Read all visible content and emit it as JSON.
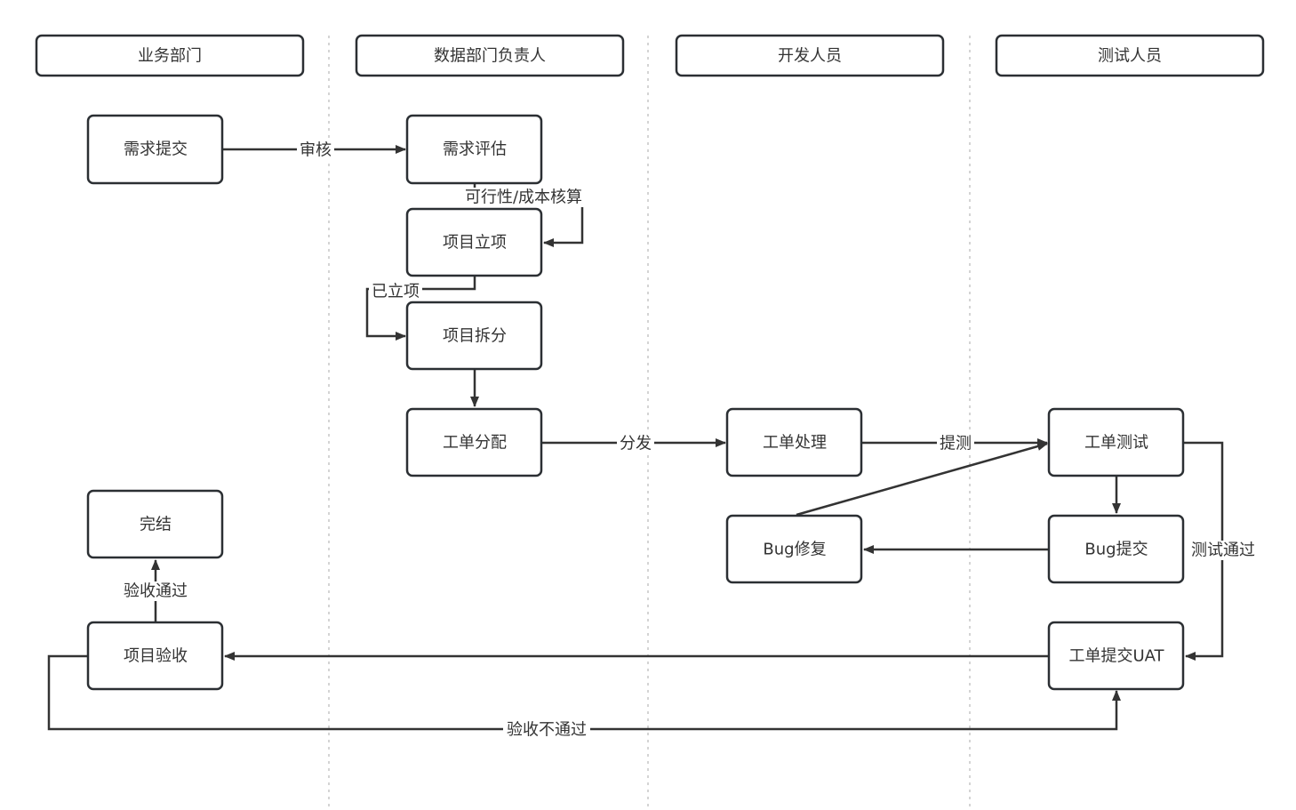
{
  "diagram": {
    "title": "",
    "lanes": [
      {
        "id": "business",
        "label": "业务部门"
      },
      {
        "id": "data_lead",
        "label": "数据部门负责人"
      },
      {
        "id": "developer",
        "label": "开发人员"
      },
      {
        "id": "tester",
        "label": "测试人员"
      }
    ],
    "nodes": [
      {
        "id": "req_submit",
        "label": "需求提交",
        "lane": "business"
      },
      {
        "id": "req_eval",
        "label": "需求评估",
        "lane": "data_lead"
      },
      {
        "id": "proj_init",
        "label": "项目立项",
        "lane": "data_lead"
      },
      {
        "id": "proj_split",
        "label": "项目拆分",
        "lane": "data_lead"
      },
      {
        "id": "ticket_assign",
        "label": "工单分配",
        "lane": "data_lead"
      },
      {
        "id": "ticket_process",
        "label": "工单处理",
        "lane": "developer"
      },
      {
        "id": "bug_fix",
        "label": "Bug修复",
        "lane": "developer"
      },
      {
        "id": "ticket_test",
        "label": "工单测试",
        "lane": "tester"
      },
      {
        "id": "bug_submit",
        "label": "Bug提交",
        "lane": "tester"
      },
      {
        "id": "ticket_uat",
        "label": "工单提交UAT",
        "lane": "tester"
      },
      {
        "id": "proj_accept",
        "label": "项目验收",
        "lane": "business"
      },
      {
        "id": "finish",
        "label": "完结",
        "lane": "business"
      }
    ],
    "edges": [
      {
        "from": "req_submit",
        "to": "req_eval",
        "label": "审核"
      },
      {
        "from": "req_eval",
        "to": "proj_init",
        "label": "可行性/成本核算"
      },
      {
        "from": "proj_init",
        "to": "proj_split",
        "label": "已立项"
      },
      {
        "from": "proj_split",
        "to": "ticket_assign",
        "label": ""
      },
      {
        "from": "ticket_assign",
        "to": "ticket_process",
        "label": "分发"
      },
      {
        "from": "ticket_process",
        "to": "ticket_test",
        "label": "提测"
      },
      {
        "from": "ticket_test",
        "to": "bug_submit",
        "label": ""
      },
      {
        "from": "bug_submit",
        "to": "bug_fix",
        "label": ""
      },
      {
        "from": "bug_fix",
        "to": "ticket_test",
        "label": ""
      },
      {
        "from": "ticket_test",
        "to": "ticket_uat",
        "label": "测试通过"
      },
      {
        "from": "ticket_uat",
        "to": "proj_accept",
        "label": ""
      },
      {
        "from": "proj_accept",
        "to": "finish",
        "label": "验收通过"
      },
      {
        "from": "proj_accept",
        "to": "ticket_uat",
        "label": "验收不通过"
      }
    ]
  },
  "colors": {
    "stroke": "#2b2f33",
    "text": "#333333",
    "divider": "#d4d4d4",
    "background": "#ffffff"
  }
}
